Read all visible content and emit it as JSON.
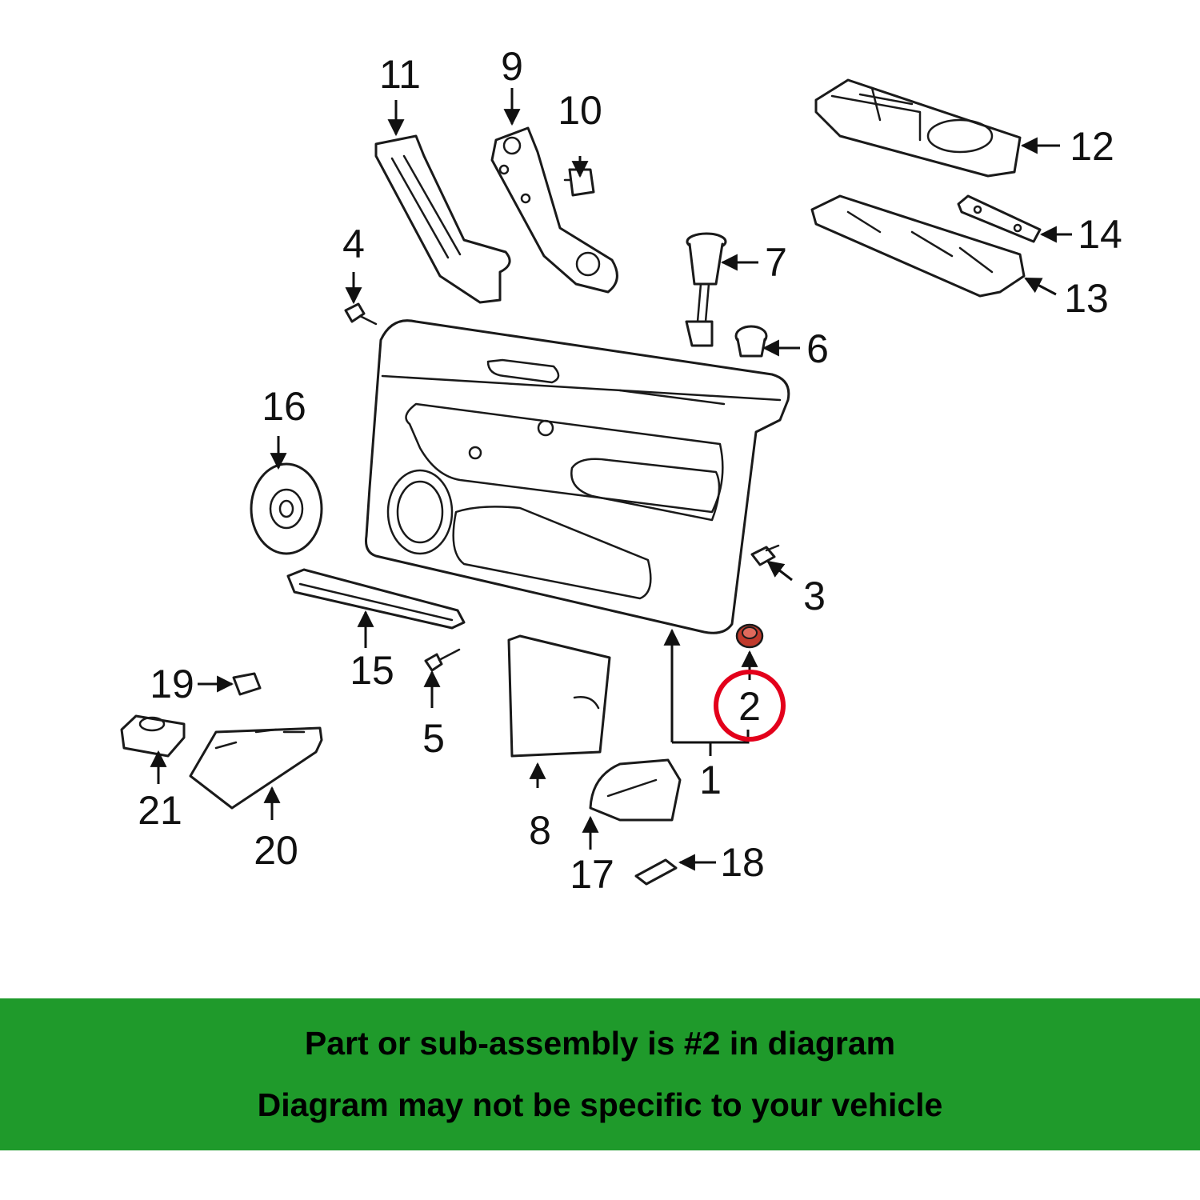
{
  "diagram": {
    "callouts": [
      "1",
      "2",
      "3",
      "4",
      "5",
      "6",
      "7",
      "8",
      "9",
      "10",
      "11",
      "12",
      "13",
      "14",
      "15",
      "16",
      "17",
      "18",
      "19",
      "20",
      "21"
    ],
    "highlighted_callout": "2"
  },
  "banner": {
    "line1": "Part or sub-assembly is #2 in diagram",
    "line2": "Diagram may not be specific to your vehicle"
  },
  "colors": {
    "banner_bg": "#1f9a2b",
    "highlight": "#e3001b",
    "part_2_fill": "#c0392b",
    "line": "#1a1a1a"
  }
}
